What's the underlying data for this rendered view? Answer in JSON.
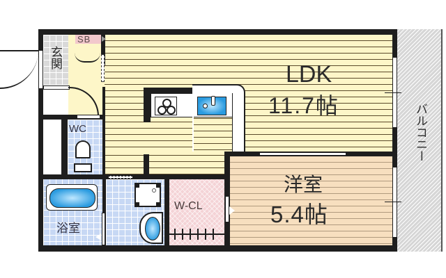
{
  "floorplan": {
    "rooms": {
      "ldk": {
        "name": "LDK",
        "size": "11.7帖"
      },
      "western_room": {
        "name": "洋室",
        "size": "5.4帖"
      },
      "entrance": {
        "name": "玄関"
      },
      "shoe_box": {
        "name": "SB"
      },
      "toilet": {
        "name": "WC"
      },
      "bathroom": {
        "name": "浴室"
      },
      "walk_in_closet": {
        "name": "W-CL"
      },
      "balcony": {
        "name": "バルコニー"
      }
    },
    "colors": {
      "wall": "#1e1e1e",
      "ldk_floor": "#fdf6c8",
      "western_floor": "#f7dfbf",
      "entrance_tile": "#d9d9d9",
      "wet_area_tile": "#c7d8f4",
      "closet": "#f4d3d6",
      "balcony": "#d6d6d6",
      "fixture_blue": "#2a9be0"
    }
  }
}
